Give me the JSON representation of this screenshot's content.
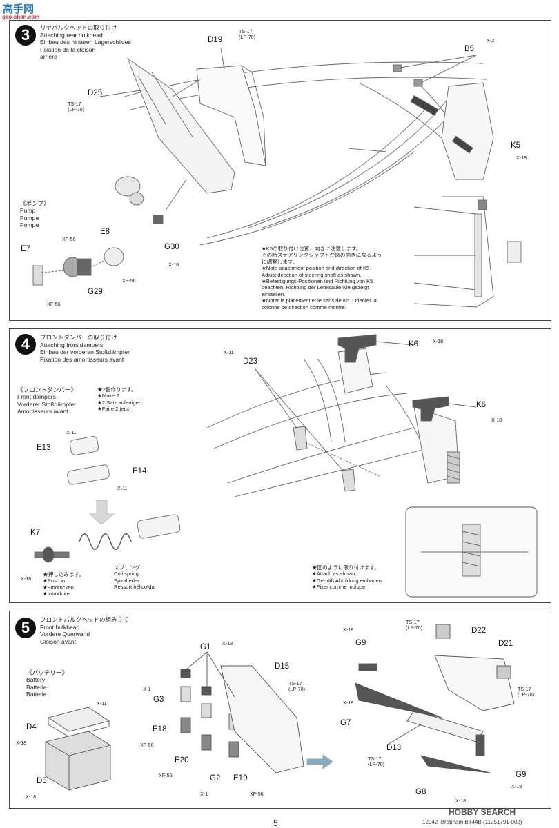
{
  "watermark": {
    "top_logo": "高手网",
    "top_url": "gao-shan.com"
  },
  "step3": {
    "number": "3",
    "title": [
      "リヤバルクヘッドの取り付け",
      "Attaching rear bulkhead",
      "Einbau des hinteren Lagerschildes",
      "Fixation de la cloison",
      "arrière"
    ],
    "pump_title": [
      "《ポンプ》",
      "Pump",
      "Pumpe",
      "Pompe"
    ],
    "parts": {
      "D19": "D19",
      "D19_code": "TS-17\n(LP-70)",
      "D25": "D25",
      "D25_code": "TS-17\n(LP-70)",
      "B5": "B5",
      "B5_code": "X-2",
      "K5": "K5",
      "K5_code": "X-18",
      "G30": "G30",
      "G30_code": "X-18",
      "E8": "E8",
      "E8_code": "XF-56",
      "E8_top_code": "XF-56",
      "E7": "E7",
      "E7_code": "XF-56",
      "G29": "G29"
    },
    "note": [
      "★K5の取り付け位置、向きに注意します。",
      "その時ステアリングシャフトが図の向きになるよう",
      "に調整します。",
      "★Note attachment position and direction of K5.",
      "Adjust direction of steering shaft as shown.",
      "★Befestigungs-Positionen und Richtung von K5",
      "beachten. Richtung der Lenksäule wie gezeigt",
      "einstellen.",
      "★Noter le placement et le sens de K5. Orienter la",
      "colonne de direction comme montré."
    ]
  },
  "step4": {
    "number": "4",
    "title": [
      "フロントダンパーの取り付け",
      "Attaching front dampers",
      "Einbau der vorderen Stoßdämpfer",
      "Fixation des amortisseurs avant"
    ],
    "sub_title": [
      "《フロントダンパー》",
      "Front dampers",
      "Vorderer Stoßdämpfer",
      "Amortisseurs avant"
    ],
    "make2": [
      "★2個作ります。",
      "★Make 2.",
      "★2 Satz anfertigen.",
      "★Faire 2 jeux."
    ],
    "parts": {
      "D23": "D23",
      "D23_code": "X-11",
      "K6a": "K6",
      "K6a_code": "X-18",
      "K6b": "K6",
      "K6b_code": "X-18",
      "E13": "E13",
      "E13_code": "X-11",
      "E14": "E14",
      "E14_code": "X-11",
      "K7": "K7",
      "K7_code": "X-18"
    },
    "push": [
      "★押し込みます。",
      "★Push in.",
      "★Eindrücken.",
      "★Introduire."
    ],
    "spring": [
      "スプリング",
      "Coil spring",
      "Spiralfeder",
      "Ressort hélicoïdal"
    ],
    "attach": [
      "★図のように取り付けます。",
      "★Attach as shown.",
      "★Gemäß Abbildung einbauen.",
      "★Fixer comme indiqué."
    ]
  },
  "step5": {
    "number": "5",
    "title": [
      "フロントバルクヘッドの組み立て",
      "Front bulkhead",
      "Vordere Querwand",
      "Cloison avant"
    ],
    "battery": [
      "《バッテリー》",
      "Battery",
      "Batterie",
      "Batterie"
    ],
    "parts": {
      "D4": "D4",
      "D4_code": "X-18",
      "D4_top_code": "X-11",
      "D5": "D5",
      "D5_code": "X-18",
      "G1": "G1",
      "G1_code": "X-18",
      "G3": "G3",
      "G3_code": "X-1",
      "E18": "E18",
      "E18_code": "XF-56",
      "E20": "E20",
      "E20_code": "XF-56",
      "G2": "G2",
      "G2_code": "X-1",
      "E19": "E19",
      "E19_code": "XF-56",
      "D15": "D15",
      "D15_code": "TS-17\n(LP-70)",
      "G9a": "G9",
      "G9a_code": "X-18",
      "G7": "G7",
      "G7_code": "X-18",
      "D22": "D22",
      "D22_code": "TS-17\n(LP-70)",
      "D21": "D21",
      "D21_code": "TS-17\n(LP-70)",
      "D13": "D13",
      "D13_code": "TS-17\n(LP-70)",
      "G9b": "G9",
      "G9b_code": "X-18",
      "G8": "G8",
      "G8_code": "X-18"
    }
  },
  "footer": {
    "page_number": "5",
    "code_line": "12042  Brabham BT44B (11051791-002)",
    "logo": "HOBBY SEARCH"
  }
}
